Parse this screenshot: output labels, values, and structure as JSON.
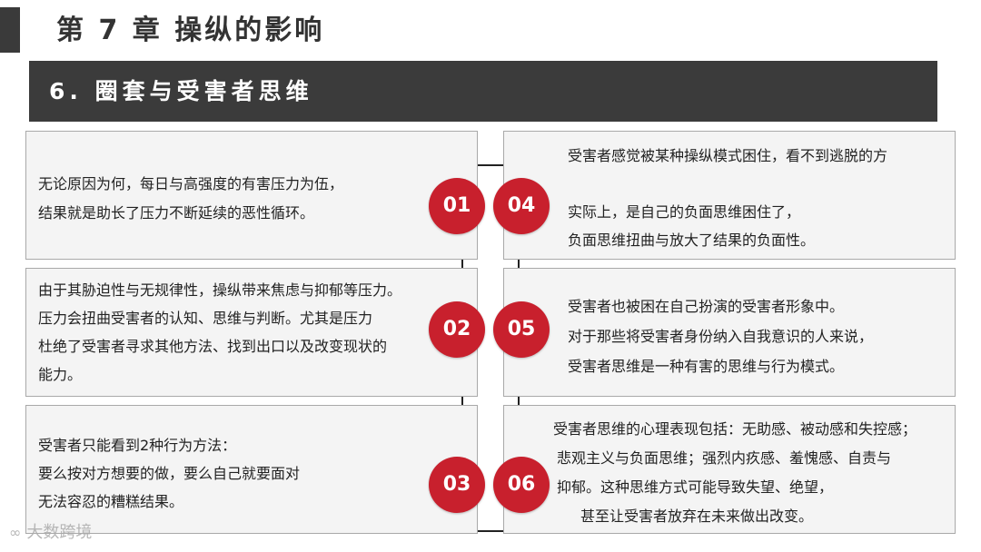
{
  "header": {
    "chapter_title": "第 7 章  操纵的影响",
    "section_title": "6. 圈套与受害者思维"
  },
  "left_cards": [
    {
      "lines": [
        "无论原因为何，每日与高强度的有害压力为伍，",
        "结果就是助长了压力不断延续的恶性循环。"
      ]
    },
    {
      "lines": [
        "由于其胁迫性与无规律性，操纵带来焦虑与抑郁等压力。",
        "压力会扭曲受害者的认知、思维与判断。尤其是压力",
        "杜绝了受害者寻求其他方法、找到出口以及改变现状的",
        "能力。"
      ]
    },
    {
      "lines": [
        "受害者只能看到2种行为方法：",
        "要么按对方想要的做，要么自己就要面对",
        "无法容忍的糟糕结果。"
      ]
    }
  ],
  "right_cards": [
    {
      "lines": [
        "受害者感觉被某种操纵模式困住，看不到逃脱的方",
        "",
        "实际上，是自己的负面思维困住了，",
        "负面思维扭曲与放大了结果的负面性。"
      ]
    },
    {
      "lines": [
        "受害者也被困在自己扮演的受害者形象中。",
        "对于那些将受害者身份纳入自我意识的人来说，",
        "受害者思维是一种有害的思维与行为模式。"
      ]
    },
    {
      "lines": [
        "受害者思维的心理表现包括：无助感、被动感和失控感；",
        "悲观主义与负面思维；强烈内疚感、羞愧感、自责与",
        "抑郁。这种思维方式可能导致失望、绝望，",
        "甚至让受害者放弃在未来做出改变。"
      ]
    }
  ],
  "badges": [
    "01",
    "02",
    "03",
    "04",
    "05",
    "06"
  ],
  "watermark": "大数跨境",
  "colors": {
    "accent": "#c8202d",
    "banner": "#3b3b3b",
    "card_bg": "#f4f4f4"
  }
}
